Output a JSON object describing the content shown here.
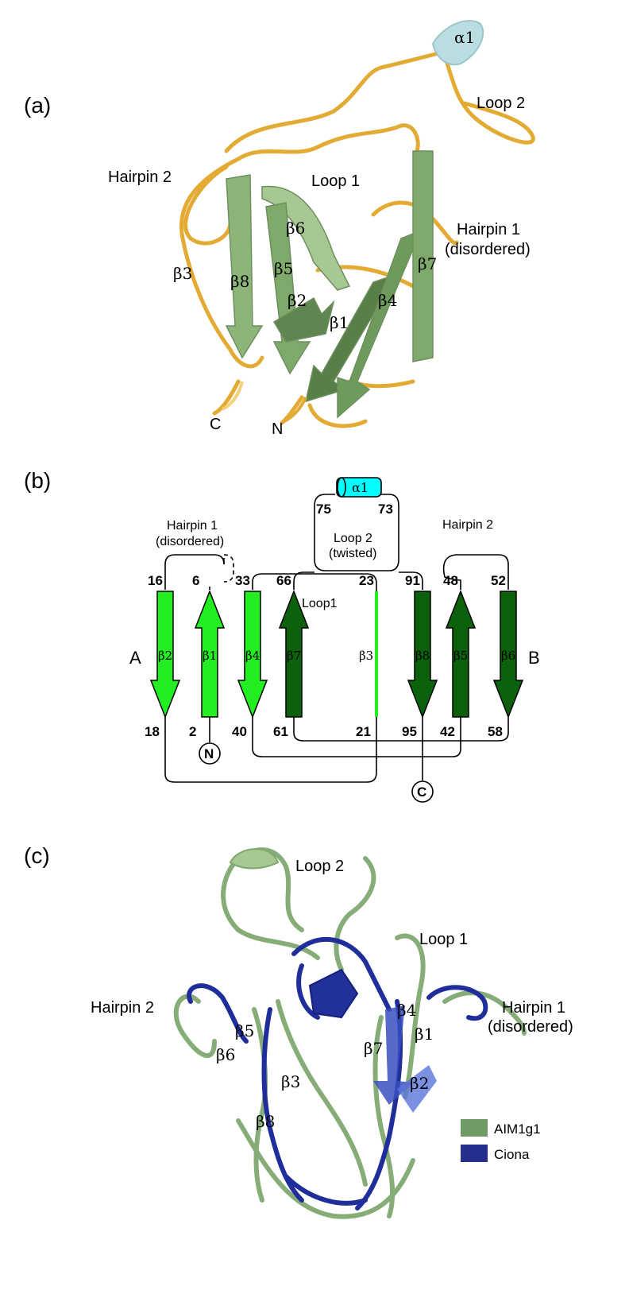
{
  "panel_a": {
    "letter": "(a)",
    "labels": {
      "alpha1": "α1",
      "loop2": "Loop 2",
      "loop1": "Loop 1",
      "hairpin2": "Hairpin 2",
      "hairpin1": "Hairpin 1",
      "hairpin1_note": "(disordered)",
      "b3": "β3",
      "b8": "β8",
      "b6": "β6",
      "b5": "β5",
      "b2": "β2",
      "b1": "β1",
      "b4": "β4",
      "b7": "β7",
      "c_term": "C",
      "n_term": "N"
    }
  },
  "panel_b": {
    "letter": "(b)",
    "labels": {
      "hairpin1": "Hairpin 1",
      "hairpin1_note": "(disordered)",
      "loop2": "Loop 2",
      "loop2_note": "(twisted)",
      "hairpin2": "Hairpin 2",
      "loop1": "Loop1",
      "alpha1": "α1",
      "sheet_a": "A",
      "sheet_b": "B",
      "n_term": "N",
      "c_term": "C"
    },
    "helix_residues": {
      "start": "75",
      "end": "73"
    },
    "strands": [
      {
        "name": "β2",
        "top": "16",
        "bottom": "18",
        "direction": "down",
        "shade": "light"
      },
      {
        "name": "β1",
        "top": "6",
        "bottom": "2",
        "direction": "up",
        "shade": "light"
      },
      {
        "name": "β4",
        "top": "33",
        "bottom": "40",
        "direction": "down",
        "shade": "light"
      },
      {
        "name": "β7",
        "top": "66",
        "bottom": "61",
        "direction": "up",
        "shade": "dark"
      },
      {
        "name": "β3",
        "top": "23",
        "bottom": "21",
        "direction": "none",
        "shade": "light"
      },
      {
        "name": "β8",
        "top": "91",
        "bottom": "95",
        "direction": "down",
        "shade": "dark"
      },
      {
        "name": "β5",
        "top": "48",
        "bottom": "42",
        "direction": "up",
        "shade": "dark"
      },
      {
        "name": "β6",
        "top": "52",
        "bottom": "58",
        "direction": "down",
        "shade": "dark"
      }
    ],
    "colors": {
      "light": "#22ee22",
      "dark": "#0c620c",
      "helix": "#00ffff"
    }
  },
  "panel_c": {
    "letter": "(c)",
    "labels": {
      "loop2": "Loop 2",
      "loop1": "Loop 1",
      "hairpin2": "Hairpin 2",
      "hairpin1": "Hairpin 1",
      "hairpin1_note": "(disordered)",
      "b5": "β5",
      "b6": "β6",
      "b3": "β3",
      "b8": "β8",
      "b7": "β7",
      "b4": "β4",
      "b1": "β1",
      "b2": "β2"
    },
    "legend": [
      {
        "label": "AIM1g1",
        "color": "#6e9a66"
      },
      {
        "label": "Ciona",
        "color": "#26308c"
      }
    ]
  },
  "colors": {
    "strand_green": "#8fb87a",
    "strand_green_dark": "#5e8a4e",
    "loop_gold": "#e8b23a",
    "helix_blue": "#b8dde0",
    "ciona_blue": "#1f2e9a"
  }
}
